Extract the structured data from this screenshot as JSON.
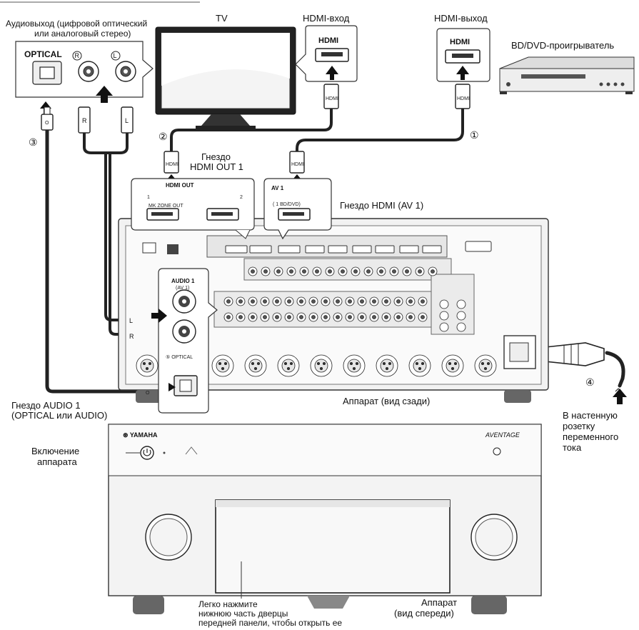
{
  "labels": {
    "audio_out_line1": "Аудиовыход (цифровой оптический",
    "audio_out_line2": "или аналоговый стерео)",
    "tv": "TV",
    "hdmi_in": "HDMI-вход",
    "hdmi_out": "HDMI-выход",
    "bd_player": "BD/DVD-проигрыватель",
    "hdmi_out1_line1": "Гнездо",
    "hdmi_out1_line2": "HDMI OUT 1",
    "hdmi_av1": "Гнездо HDMI (AV 1)",
    "audio1_line1": "Гнездо AUDIO 1",
    "audio1_line2": "(OPTICAL или AUDIO)",
    "unit_rear": "Аппарат (вид сзади)",
    "wall_line1": "В настенную",
    "wall_line2": "розетку",
    "wall_line3": "переменного",
    "wall_line4": "тока",
    "power_on_line1": "Включение",
    "power_on_line2": "аппарата",
    "door_line1": "Легко нажмите",
    "door_line2": "нижнюю часть дверцы",
    "door_line3": "передней панели, чтобы открыть ее",
    "unit_front_line1": "Аппарат",
    "unit_front_line2": "(вид спереди)"
  },
  "ports": {
    "optical": "OPTICAL",
    "right": "R",
    "left": "L",
    "hdmi": "HDMI",
    "hdmi_plug": "HDMI",
    "hdmi_out_panel": "HDMI OUT",
    "hdmi_out_1": "1",
    "hdmi_out_2": "2",
    "hdmi_out_sub": "MK ZONE OUT",
    "av1": "AV 1",
    "av1_sub": "( 1 BD/DVD)",
    "audio1": "AUDIO 1",
    "audio1_sub": "(AV 1)",
    "optical_5": "⑤ OPTICAL",
    "opt_plug": "O",
    "r_plug": "R",
    "l_plug": "L"
  },
  "steps": {
    "s1": "①",
    "s2": "②",
    "s3": "③",
    "s4": "④"
  },
  "brand": {
    "yamaha": "⊛ YAMAHA",
    "aventage": "AVENTAGE"
  }
}
